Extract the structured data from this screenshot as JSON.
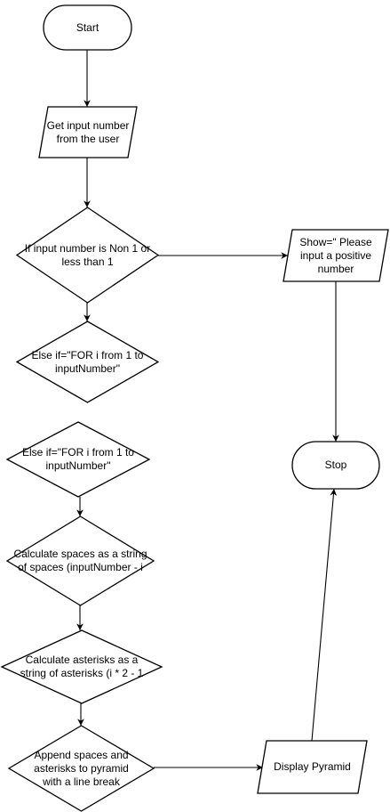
{
  "nodes": [
    {
      "id": "start",
      "label": "Start"
    },
    {
      "id": "get-input",
      "label": "Get input number from the user"
    },
    {
      "id": "check-input",
      "label": "If input number is Non 1 or less than 1"
    },
    {
      "id": "else-if-1",
      "label": "Else if=\"FOR i from 1 to inputNumber\""
    },
    {
      "id": "else-if-2",
      "label": "Else if=\"FOR i from 1 to inputNumber\""
    },
    {
      "id": "calc-spaces",
      "label": "Calculate spaces as a string of spaces (inputNumber - i"
    },
    {
      "id": "calc-asterisks",
      "label": "Calculate asterisks as a string of asterisks (i * 2 - 1"
    },
    {
      "id": "append",
      "label": "Append spaces and asterisks to pyramid with a line break"
    },
    {
      "id": "show-msg",
      "label": "Show=\" Please input a positive number"
    },
    {
      "id": "stop",
      "label": "Stop"
    },
    {
      "id": "display",
      "label": "Display Pyramid"
    }
  ],
  "edges": [
    {
      "from": "start",
      "to": "get-input"
    },
    {
      "from": "get-input",
      "to": "check-input"
    },
    {
      "from": "check-input",
      "to": "show-msg"
    },
    {
      "from": "check-input",
      "to": "else-if-1"
    },
    {
      "from": "show-msg",
      "to": "stop"
    },
    {
      "from": "else-if-2",
      "to": "calc-spaces"
    },
    {
      "from": "calc-spaces",
      "to": "calc-asterisks"
    },
    {
      "from": "calc-asterisks",
      "to": "append"
    },
    {
      "from": "append",
      "to": "display"
    },
    {
      "from": "display",
      "to": "stop"
    }
  ]
}
